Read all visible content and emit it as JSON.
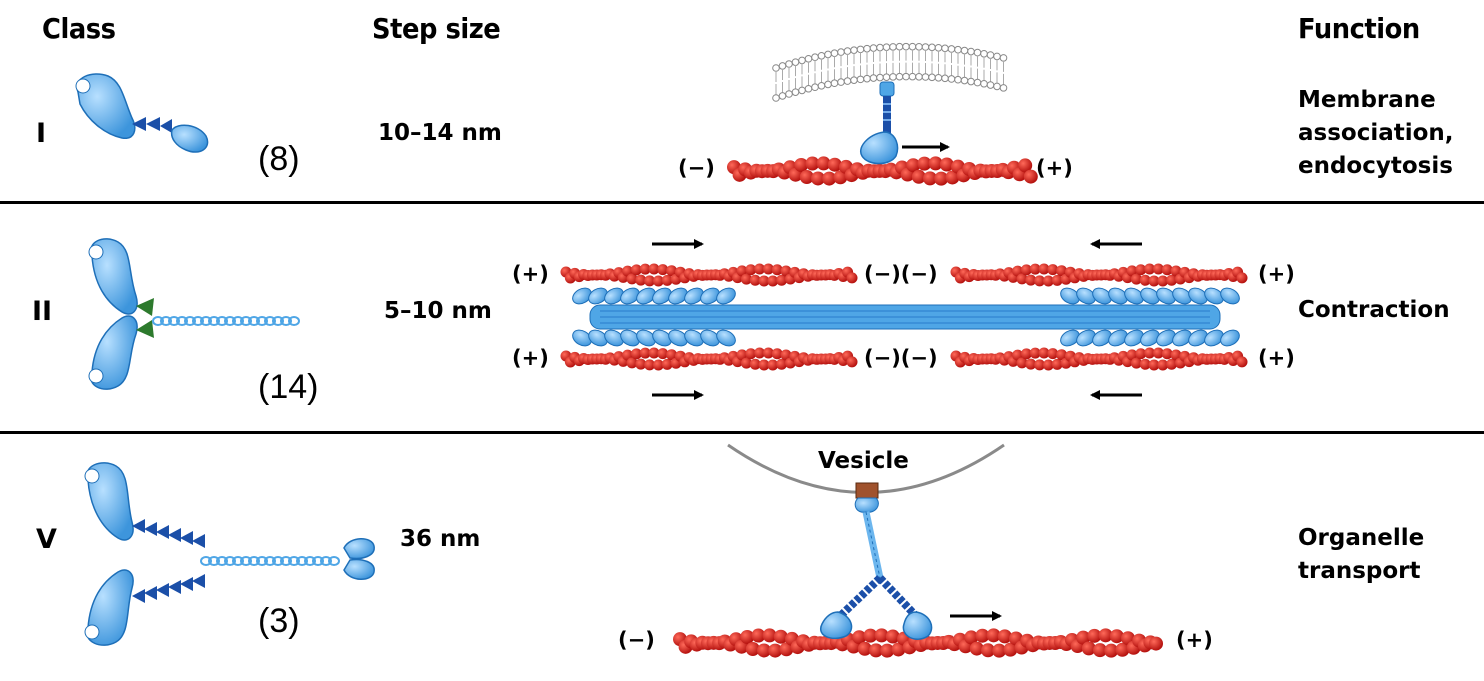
{
  "headers": {
    "class": "Class",
    "step_size": "Step size",
    "function": "Function"
  },
  "rows": [
    {
      "class": "I",
      "count": "(8)",
      "step": "10–14 nm",
      "function_lines": [
        "Membrane",
        "association,",
        "endocytosis"
      ]
    },
    {
      "class": "II",
      "count": "(14)",
      "step": "5–10 nm",
      "function_lines": [
        "Contraction"
      ]
    },
    {
      "class": "V",
      "count": "(3)",
      "step": "36 nm",
      "function_lines": [
        "Organelle",
        "transport"
      ]
    }
  ],
  "labels": {
    "minus": "(−)",
    "plus": "(+)",
    "minus_pair": "(−)(−)",
    "vesicle": "Vesicle"
  },
  "colors": {
    "actin": "#d21f1f",
    "myosin": "#4fa6e6",
    "lever": "#1b4fa8",
    "light_chain": "#2d7a2d",
    "adaptor": "#a0522d",
    "membrane": "#bdbdbd"
  }
}
